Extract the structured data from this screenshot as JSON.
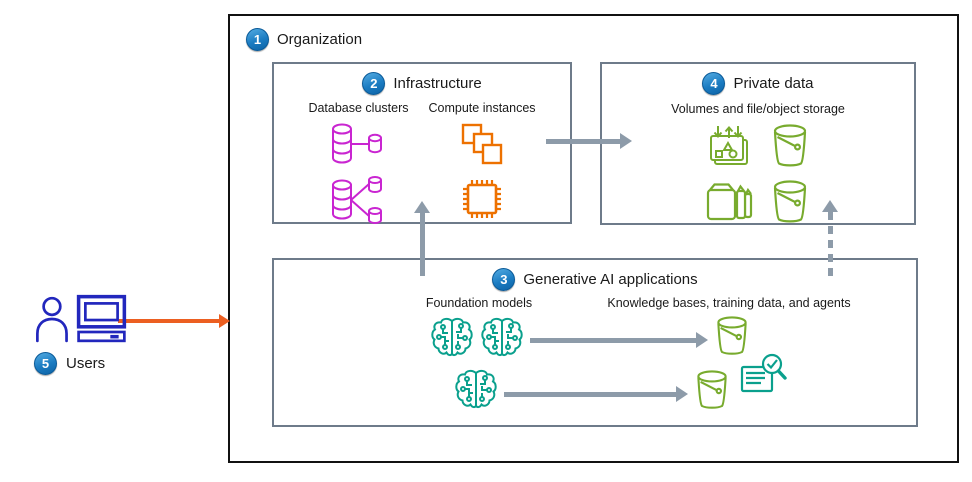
{
  "org": {
    "badge": "1",
    "title": "Organization"
  },
  "infrastructure": {
    "badge": "2",
    "title": "Infrastructure",
    "database_label": "Database clusters",
    "compute_label": "Compute instances"
  },
  "private_data": {
    "badge": "4",
    "title": "Private data",
    "storage_label": "Volumes and file/object storage"
  },
  "genai": {
    "badge": "3",
    "title": "Generative AI applications",
    "foundation_label": "Foundation models",
    "knowledge_label": "Knowledge bases, training data, and agents"
  },
  "users": {
    "badge": "5",
    "title": "Users"
  },
  "colors": {
    "badge_blue": "#1b7cc2",
    "org_border": "#111111",
    "box_border": "#6e7b8a",
    "arrow_gray": "#8d9ba9",
    "users_arrow_orange": "#ec5f21",
    "database_magenta": "#c925d1",
    "compute_orange": "#ed7100",
    "storage_green": "#78ab2e",
    "ai_teal": "#0aa08d",
    "user_blue": "#2227bd"
  },
  "icons": [
    "database-cluster-icon",
    "compute-instances-icon",
    "cpu-chip-icon",
    "data-ingestion-icon",
    "bucket-icon",
    "volumes-stack-icon",
    "brain-circuit-icon",
    "document-search-check-icon",
    "person-icon",
    "computer-icon"
  ]
}
